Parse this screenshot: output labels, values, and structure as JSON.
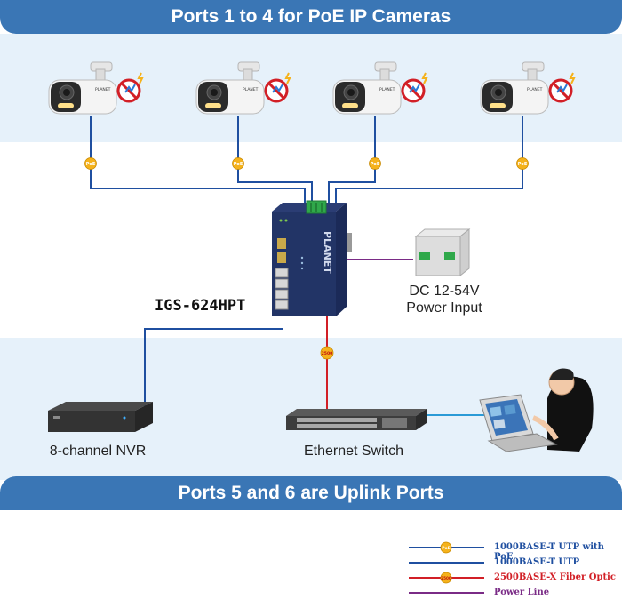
{
  "top_banner": "Ports 1 to 4 for PoE IP Cameras",
  "bottom_banner": "Ports 5 and 6 are Uplink Ports",
  "switch_model": "IGS-624HPT",
  "switch_brand": "PLANET",
  "camera_brand": "PLANET",
  "poe_badge": "PoE",
  "fiber_badge": "2500",
  "power_label": "DC 12-54V\nPower Input",
  "nvr_label": "8-channel NVR",
  "ethernet_switch_label": "Ethernet Switch",
  "legend": [
    {
      "text": "1000BASE-T UTP with PoE",
      "color": "#1f4fa0",
      "badge": "PoE"
    },
    {
      "text": "1000BASE-T UTP",
      "color": "#1f4fa0",
      "badge": ""
    },
    {
      "text": "2500BASE-X Fiber Optic",
      "color": "#d21f26",
      "badge": "2500"
    },
    {
      "text": "Power Line",
      "color": "#7a2b86",
      "badge": ""
    }
  ],
  "colors": {
    "banner": "#3a76b5",
    "band": "#e6f1fa",
    "utp": "#1f4fa0",
    "fiber": "#d21f26",
    "power": "#7a2b86",
    "lan": "#2a9ad6",
    "badge": "#f5b21b"
  }
}
